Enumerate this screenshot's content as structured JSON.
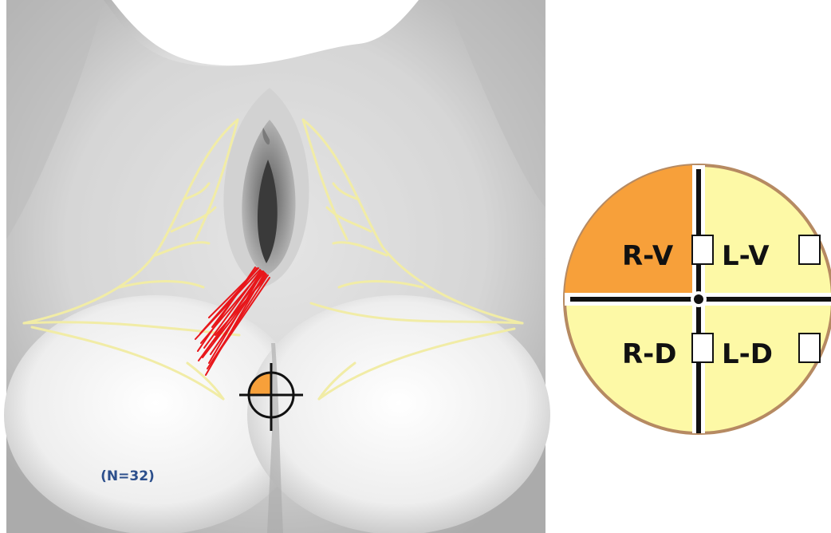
{
  "sample_size_label": "(N=32)",
  "quadrants": [
    {
      "id": "R-V",
      "label": "R-V",
      "highlighted": true
    },
    {
      "id": "L-V",
      "label": "L-V",
      "highlighted": false
    },
    {
      "id": "R-D",
      "label": "R-D",
      "highlighted": false
    },
    {
      "id": "L-D",
      "label": "L-D",
      "highlighted": false
    }
  ],
  "colors": {
    "highlight": "#f7a03a",
    "quadrant_fill": "#fdf9a6",
    "nerve": "#f1eca6",
    "needle_track": "#e8161a",
    "ring": "#b68a62",
    "label_blue": "#2c4f8c"
  }
}
